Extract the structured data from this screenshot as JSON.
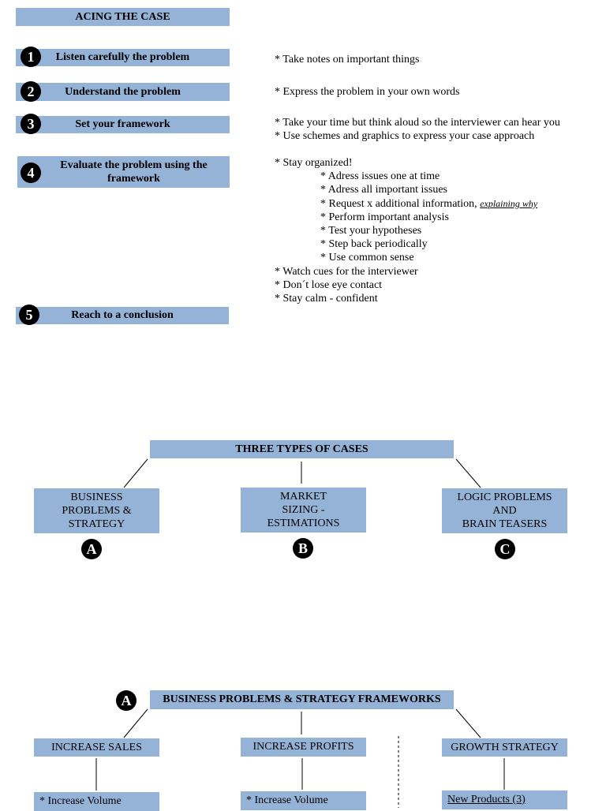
{
  "header": {
    "title": "ACING THE CASE"
  },
  "steps": [
    {
      "number": "1",
      "label": "Listen carefully the problem"
    },
    {
      "number": "2",
      "label": "Understand the problem"
    },
    {
      "number": "3",
      "label": "Set your framework"
    },
    {
      "number": "4",
      "label": "Evaluate the problem using the framework"
    },
    {
      "number": "5",
      "label": "Reach to a conclusion"
    }
  ],
  "notes": {
    "step1": "* Take notes on important things",
    "step2": "* Express the problem in your own words",
    "step3": [
      "* Take your time but think aloud so the interviewer can hear you",
      "* Use schemes and graphics to express your case approach"
    ],
    "step4": {
      "intro": "* Stay organized!",
      "sub": [
        "* Adress issues one at time",
        "* Adress all important issues",
        "* Request x additional information,",
        "* Perform important analysis",
        "* Test your hypotheses",
        "* Step back periodically",
        "* Use common sense"
      ],
      "explaining": "explaining why",
      "tail": [
        "* Watch cues for the interviewer",
        "* Don´t lose eye contact",
        "* Stay calm - confident"
      ]
    }
  },
  "types": {
    "title": "THREE TYPES OF CASES",
    "items": [
      {
        "lines": [
          "BUSINESS",
          "PROBLEMS &",
          "STRATEGY"
        ],
        "letter": "A"
      },
      {
        "lines": [
          "MARKET",
          "SIZING -",
          "ESTIMATIONS"
        ],
        "letter": "B"
      },
      {
        "lines": [
          "LOGIC PROBLEMS",
          "AND",
          "BRAIN TEASERS"
        ],
        "letter": "C"
      }
    ]
  },
  "frameworks": {
    "letter": "A",
    "title": "BUSINESS PROBLEMS & STRATEGY FRAMEWORKS",
    "branches": [
      {
        "label": "INCREASE SALES",
        "sub": "* Increase Volume"
      },
      {
        "label": "INCREASE PROFITS",
        "sub": "* Increase Volume"
      },
      {
        "label": "GROWTH STRATEGY",
        "sub": "New Products (3)"
      }
    ]
  }
}
